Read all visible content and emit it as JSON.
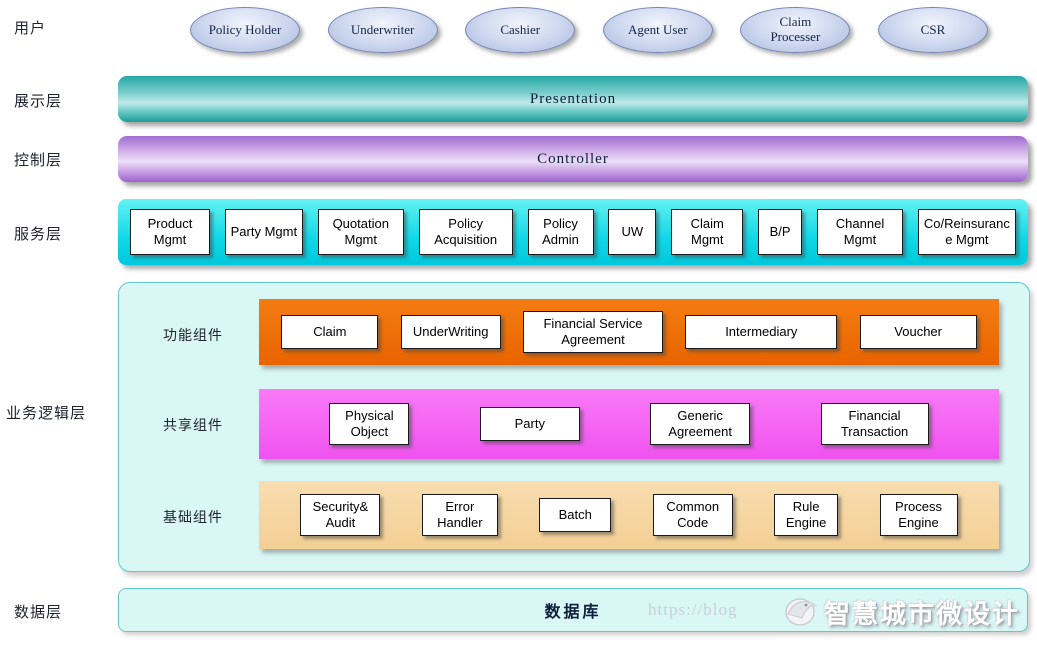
{
  "layers": {
    "users": {
      "label": "用户",
      "items": [
        "Policy Holder",
        "Underwriter",
        "Cashier",
        "Agent User",
        "Claim Processer",
        "CSR"
      ]
    },
    "presentation": {
      "label": "展示层",
      "title": "Presentation"
    },
    "controller": {
      "label": "控制层",
      "title": "Controller"
    },
    "services": {
      "label": "服务层",
      "items": [
        "Product Mgmt",
        "Party Mgmt",
        "Quotation Mgmt",
        "Policy Acquisition",
        "Policy Admin",
        "UW",
        "Claim Mgmt",
        "B/P",
        "Channel Mgmt",
        "Co/Reinsurance Mgmt"
      ]
    },
    "business": {
      "label": "业务逻辑层",
      "functional": {
        "label": "功能组件",
        "items": [
          "Claim",
          "UnderWriting",
          "Financial Service Agreement",
          "Intermediary",
          "Voucher"
        ]
      },
      "shared": {
        "label": "共享组件",
        "items": [
          "Physical Object",
          "Party",
          "Generic Agreement",
          "Financial Transaction"
        ]
      },
      "foundation": {
        "label": "基础组件",
        "items": [
          "Security& Audit",
          "Error Handler",
          "Batch",
          "Common Code",
          "Rule Engine",
          "Process Engine"
        ]
      }
    },
    "data": {
      "label": "数据层",
      "title": "数据库"
    }
  },
  "watermark": {
    "url_text": "https://blog",
    "brand": "智慧城市微设计"
  },
  "colors": {
    "presentation_teal": "#2aa9a7",
    "controller_purple": "#b07fd8",
    "services_cyan": "#0fd8e8",
    "functional_orange": "#ee6f00",
    "shared_magenta": "#f45ef4",
    "foundation_tan": "#f6d7a4",
    "container_cyan": "#d9f7f5"
  }
}
